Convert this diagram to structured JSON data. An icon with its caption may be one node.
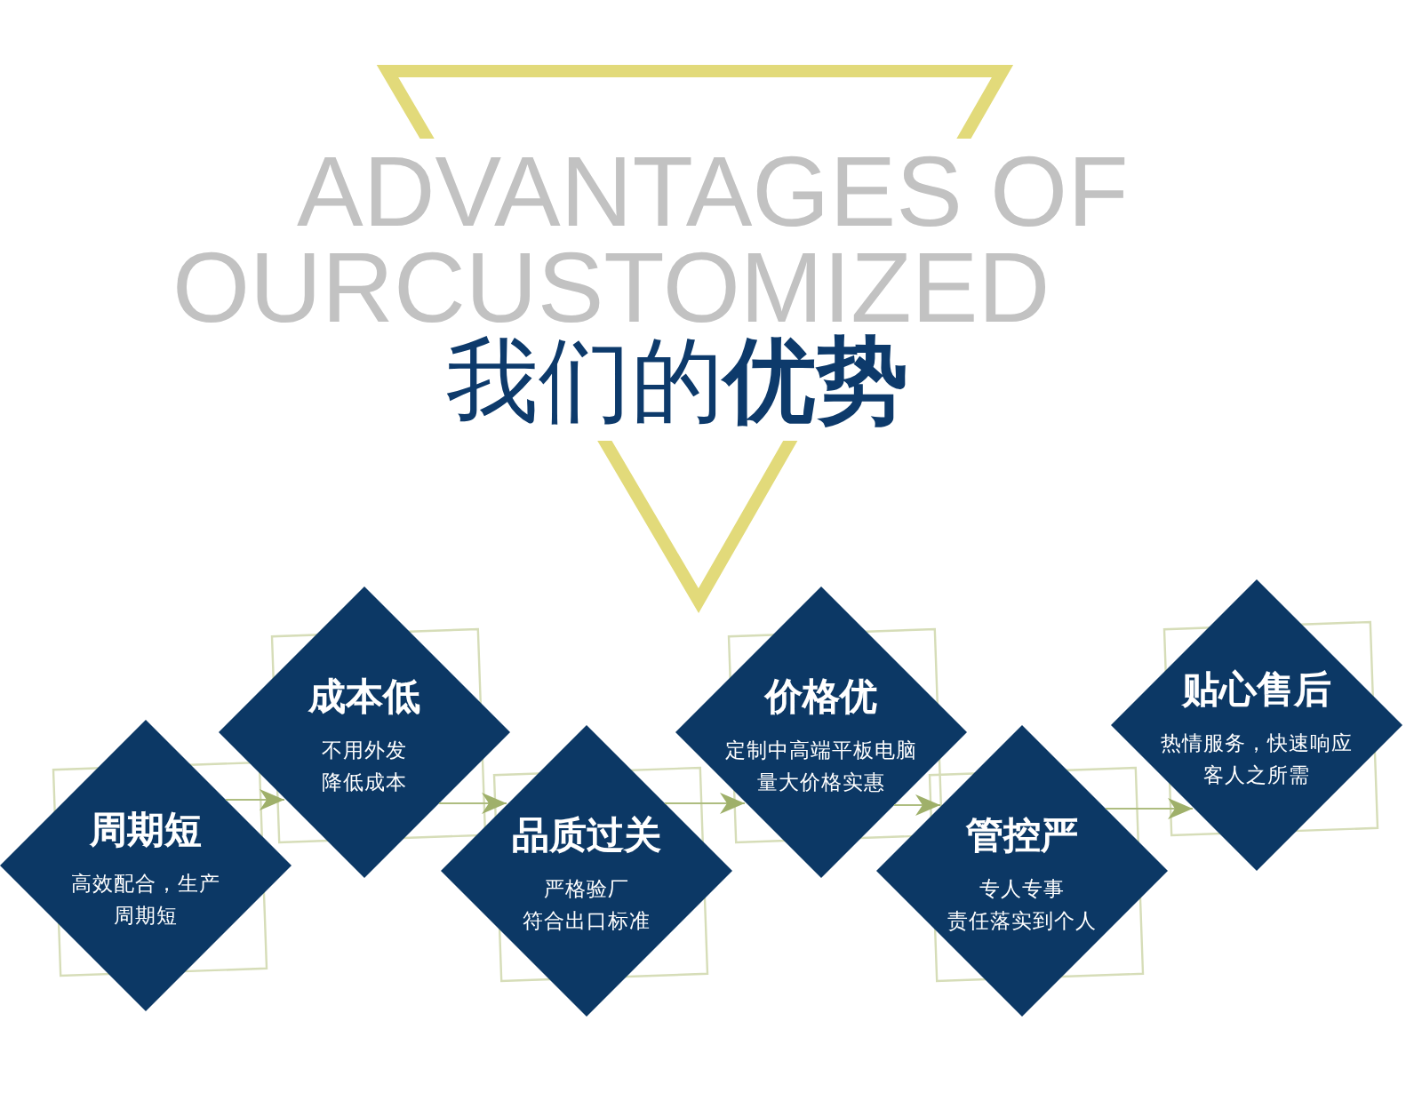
{
  "diagram": {
    "title": "我们的**优势**",
    "nodes": [
      {
        "text": [
          "周期短",
          "高效配合，生产周期短"
        ]
      },
      {
        "text": [
          "成本低",
          "不用外发",
          "降低成本"
        ]
      },
      {
        "text": [
          "品质过关",
          "严格验厂",
          "符合出口标准"
        ]
      },
      {
        "text": [
          "价格优",
          "定制中高端平板电脑",
          "量大价格实惠"
        ]
      },
      {
        "text": [
          "管控严",
          "专人专事",
          "责任落实到个人"
        ]
      },
      {
        "text": [
          "贴心售后",
          "热情服务，快速响应客人之所需"
        ]
      }
    ],
    "edges": [
      {
        "from": 0,
        "to": 1,
        "arrow": "to"
      },
      {
        "from": 1,
        "to": 2,
        "arrow": "to"
      },
      {
        "from": 2,
        "to": 3,
        "arrow": "to"
      },
      {
        "from": 3,
        "to": 4,
        "arrow": "to"
      },
      {
        "from": 4,
        "to": 5,
        "arrow": "to"
      }
    ],
    "labels": [
      "ADVANTAGES OF",
      "OURCUSTOMIZED"
    ]
  }
}
